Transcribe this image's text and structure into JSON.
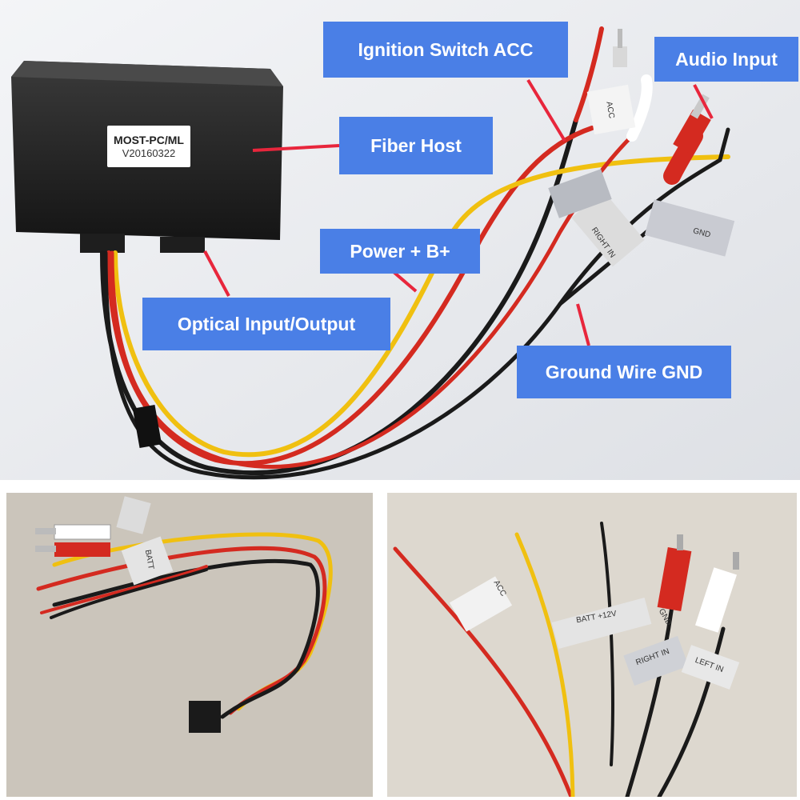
{
  "device": {
    "model": "MOST-PC/ML",
    "version": "V20160322"
  },
  "callouts": {
    "ignition": "Ignition Switch ACC",
    "audio_input": "Audio Input",
    "fiber_host": "Fiber Host",
    "power": "Power + B+",
    "optical": "Optical Input/Output",
    "ground": "Ground Wire GND"
  },
  "wire_tags": {
    "acc": "ACC",
    "right_in": "RIGHT IN",
    "gnd": "GND",
    "batt": "BATT",
    "batt_12v": "BATT +12V",
    "left_in": "LEFT IN"
  },
  "colors": {
    "callout_bg": "#4a7fe6",
    "leader_line": "#e8263c",
    "wire_red": "#d42a20",
    "wire_yellow": "#f0c010",
    "wire_black": "#1a1a1a"
  }
}
